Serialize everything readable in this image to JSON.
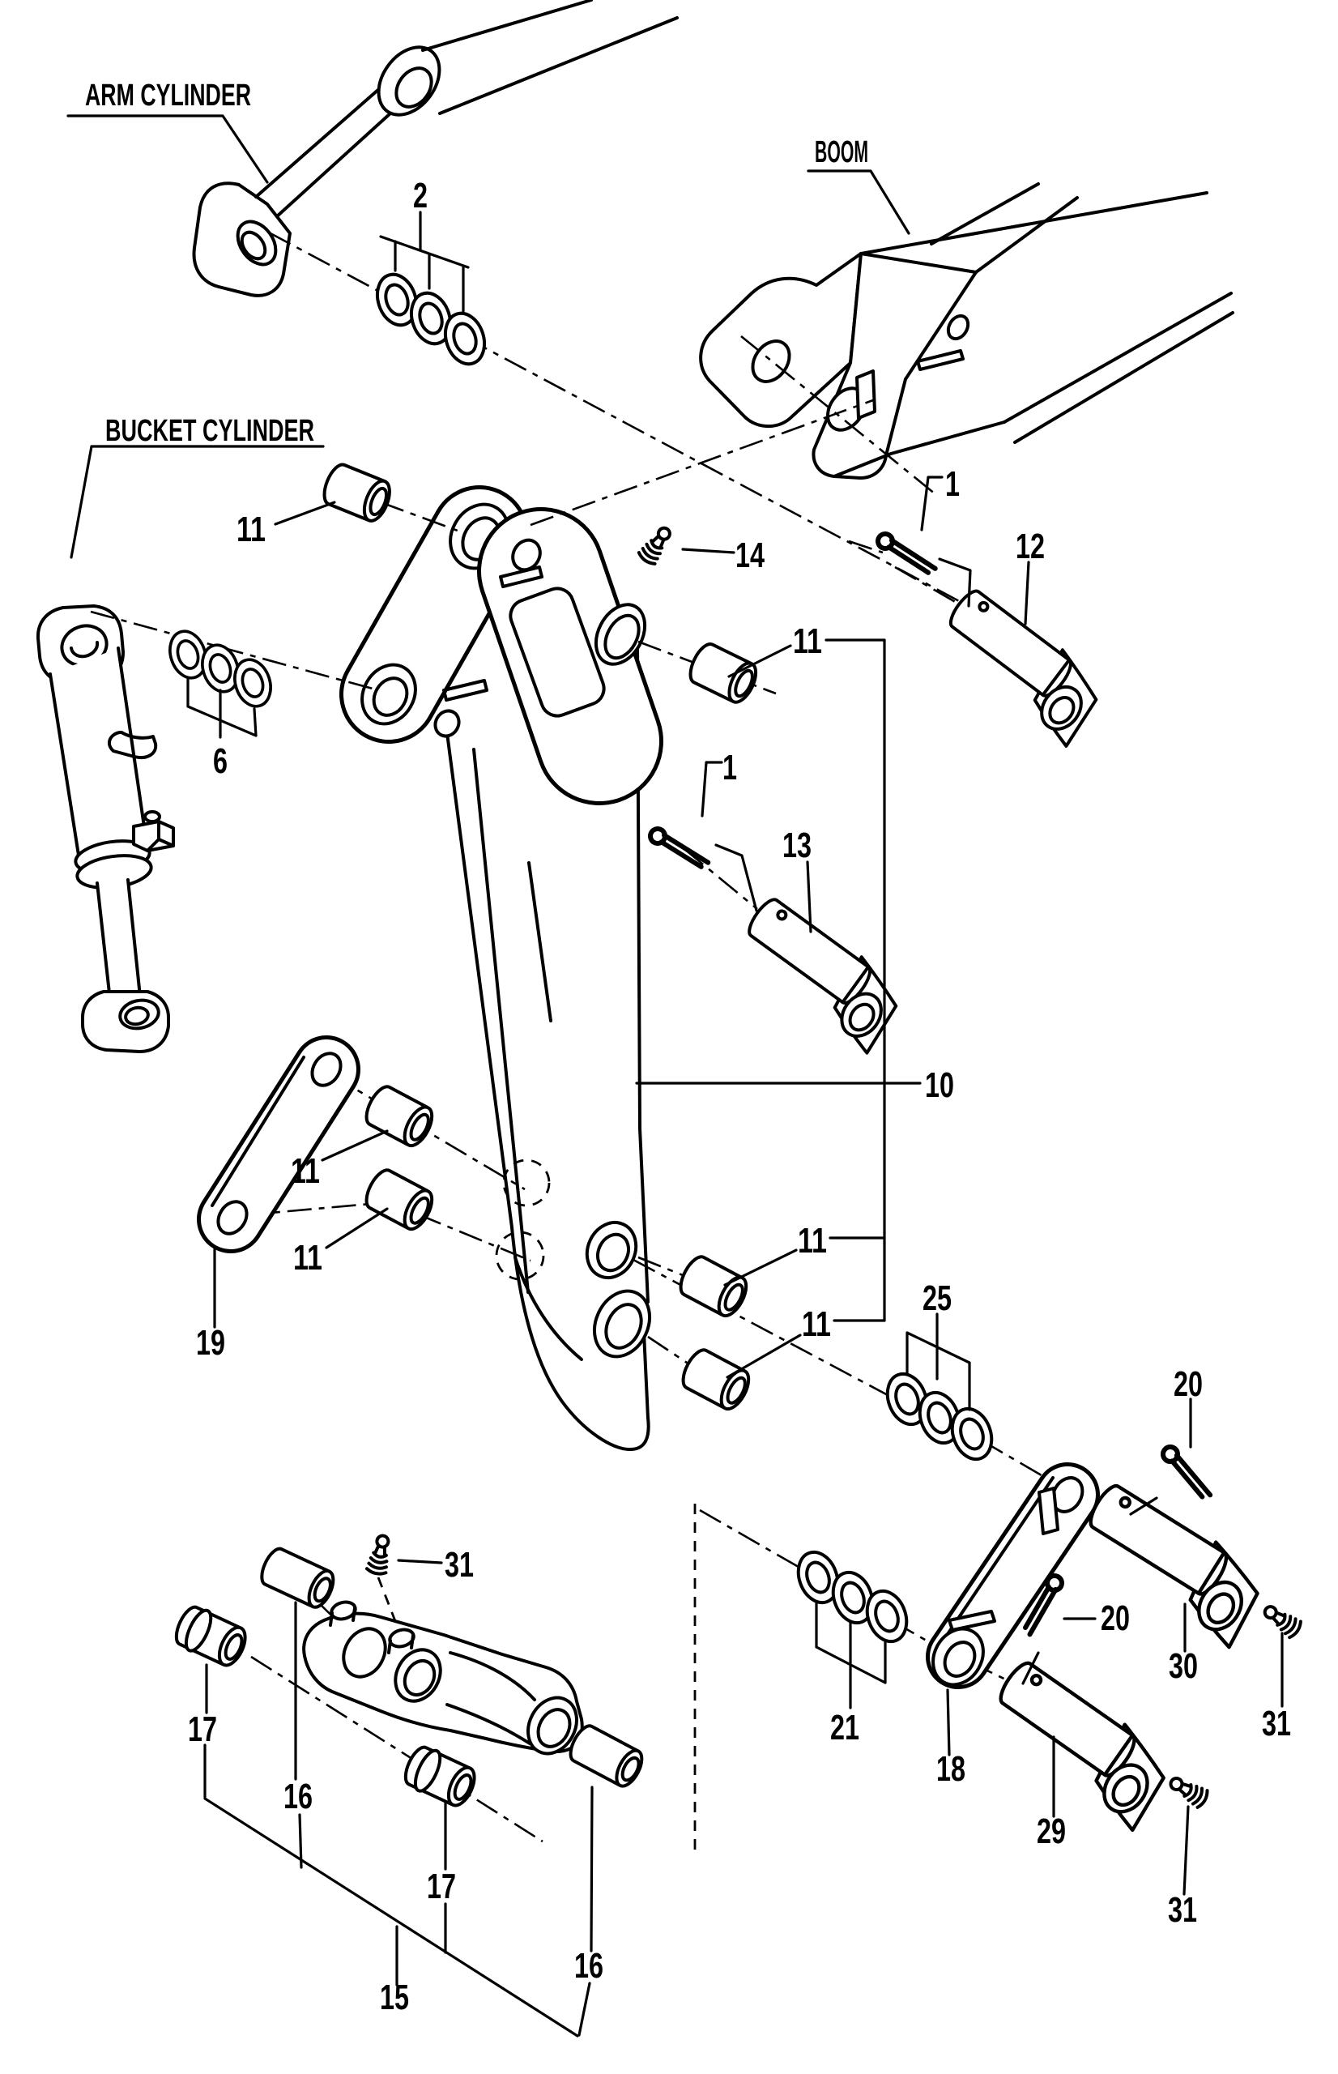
{
  "page": {
    "background": "#ffffff",
    "line_color": "#000000"
  },
  "labels": {
    "arm_cylinder": "ARM CYLINDER",
    "boom": "BOOM",
    "bucket_cylinder": "BUCKET CYLINDER"
  },
  "callouts": [
    {
      "label": "2"
    },
    {
      "label": "11"
    },
    {
      "label": "14"
    },
    {
      "label": "1"
    },
    {
      "label": "12"
    },
    {
      "label": "11"
    },
    {
      "label": "1"
    },
    {
      "label": "13"
    },
    {
      "label": "6"
    },
    {
      "label": "10"
    },
    {
      "label": "11"
    },
    {
      "label": "11"
    },
    {
      "label": "19"
    },
    {
      "label": "11"
    },
    {
      "label": "11"
    },
    {
      "label": "25"
    },
    {
      "label": "20"
    },
    {
      "label": "31"
    },
    {
      "label": "21"
    },
    {
      "label": "18"
    },
    {
      "label": "20"
    },
    {
      "label": "30"
    },
    {
      "label": "31"
    },
    {
      "label": "29"
    },
    {
      "label": "31"
    },
    {
      "label": "17"
    },
    {
      "label": "16"
    },
    {
      "label": "17"
    },
    {
      "label": "16"
    },
    {
      "label": "15"
    }
  ]
}
